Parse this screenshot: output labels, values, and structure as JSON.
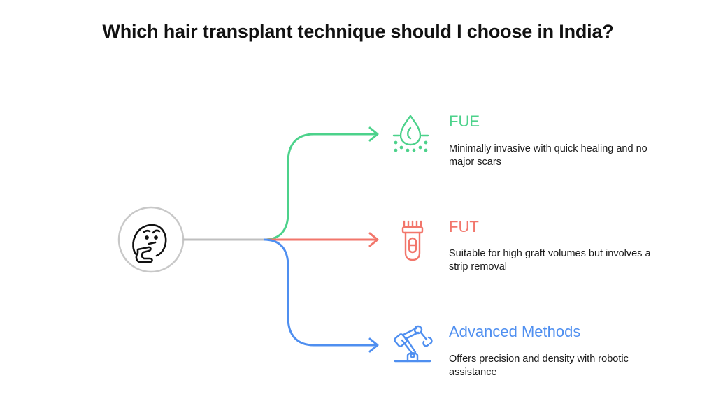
{
  "title": "Which hair transplant technique should I choose in India?",
  "center_icon": "thinking-face-icon",
  "options": [
    {
      "title": "FUE",
      "description": "Minimally invasive with quick healing and no major scars",
      "color": "#4cd28b",
      "icon": "hair-follicle-icon"
    },
    {
      "title": "FUT",
      "description": "Suitable for high graft volumes but involves a strip removal",
      "color": "#f2766b",
      "icon": "hair-trimmer-icon"
    },
    {
      "title": "Advanced Methods",
      "description": "Offers precision and density with robotic assistance",
      "color": "#4f8ff0",
      "icon": "robotic-arm-icon"
    }
  ],
  "colors": {
    "stem": "#bfbfbf",
    "center_border": "#c8c8c8"
  }
}
